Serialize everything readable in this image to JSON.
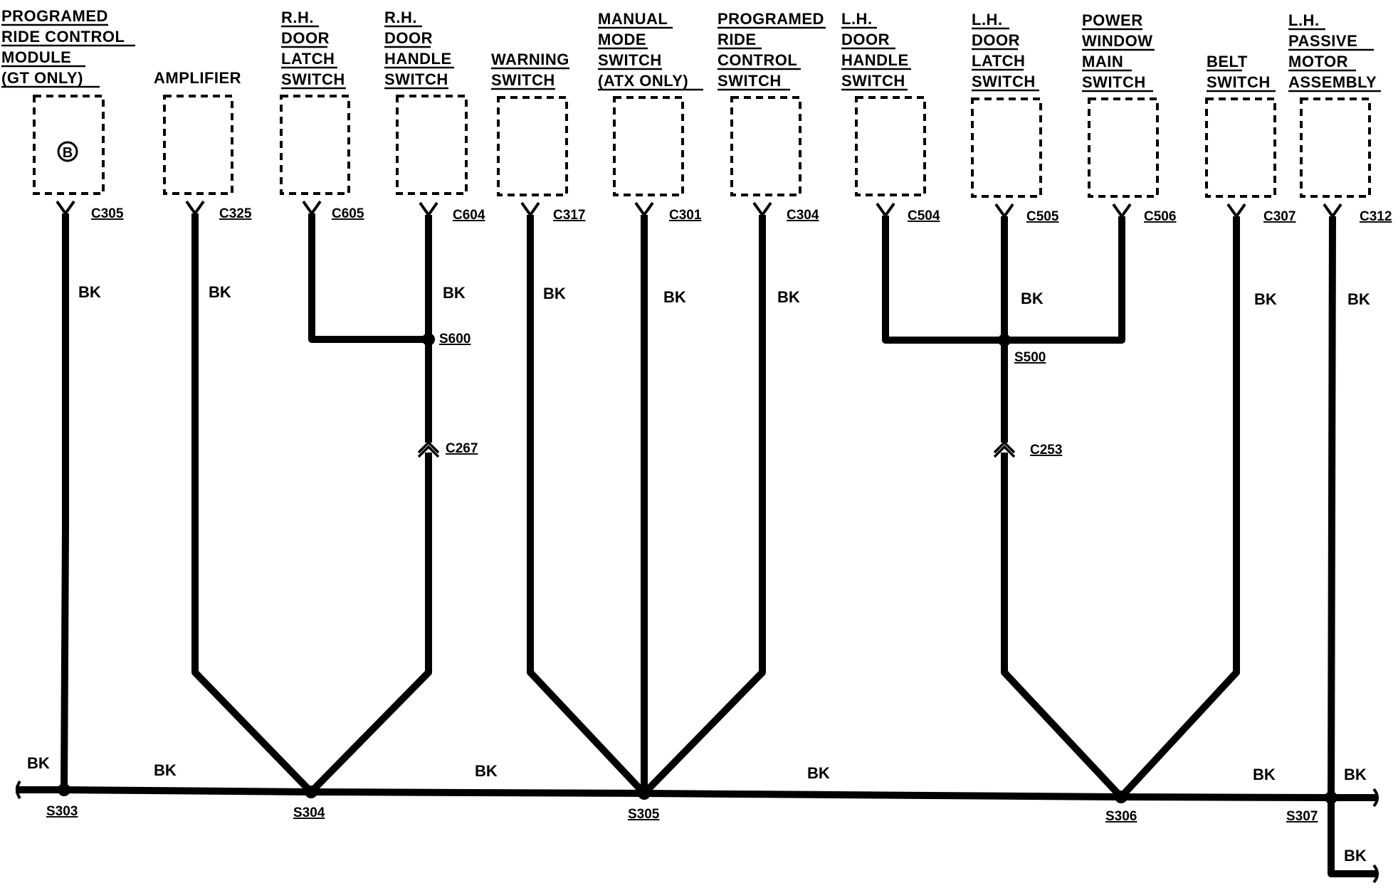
{
  "components": [
    {
      "lines": [
        "PROGRAMED",
        "RIDE CONTROL",
        "MODULE",
        "(GT ONLY)"
      ],
      "connector": "C305",
      "marker": "B"
    },
    {
      "lines": [
        "AMPLIFIER"
      ],
      "connector": "C325"
    },
    {
      "lines": [
        "R.H.",
        "DOOR",
        "LATCH",
        "SWITCH"
      ],
      "connector": "C605"
    },
    {
      "lines": [
        "R.H.",
        "DOOR",
        "HANDLE",
        "SWITCH"
      ],
      "connector": "C604"
    },
    {
      "lines": [
        "WARNING",
        "SWITCH"
      ],
      "connector": "C317"
    },
    {
      "lines": [
        "MANUAL",
        "MODE",
        "SWITCH",
        "(ATX ONLY)"
      ],
      "connector": "C301"
    },
    {
      "lines": [
        "PROGRAMED",
        "RIDE",
        "CONTROL",
        "SWITCH"
      ],
      "connector": "C304"
    },
    {
      "lines": [
        "L.H.",
        "DOOR",
        "HANDLE",
        "SWITCH"
      ],
      "connector": "C504"
    },
    {
      "lines": [
        "L.H.",
        "DOOR",
        "LATCH",
        "SWITCH"
      ],
      "connector": "C505"
    },
    {
      "lines": [
        "POWER",
        "WINDOW",
        "MAIN",
        "SWITCH"
      ],
      "connector": "C506"
    },
    {
      "lines": [
        "BELT",
        "SWITCH"
      ],
      "connector": "C307"
    },
    {
      "lines": [
        "L.H.",
        "PASSIVE",
        "MOTOR",
        "ASSEMBLY"
      ],
      "connector": "C312"
    }
  ],
  "wire_color": "BK",
  "splices": [
    "S600",
    "S500",
    "S303",
    "S304",
    "S305",
    "S306",
    "S307"
  ],
  "inline_connectors": [
    "C267",
    "C253"
  ]
}
